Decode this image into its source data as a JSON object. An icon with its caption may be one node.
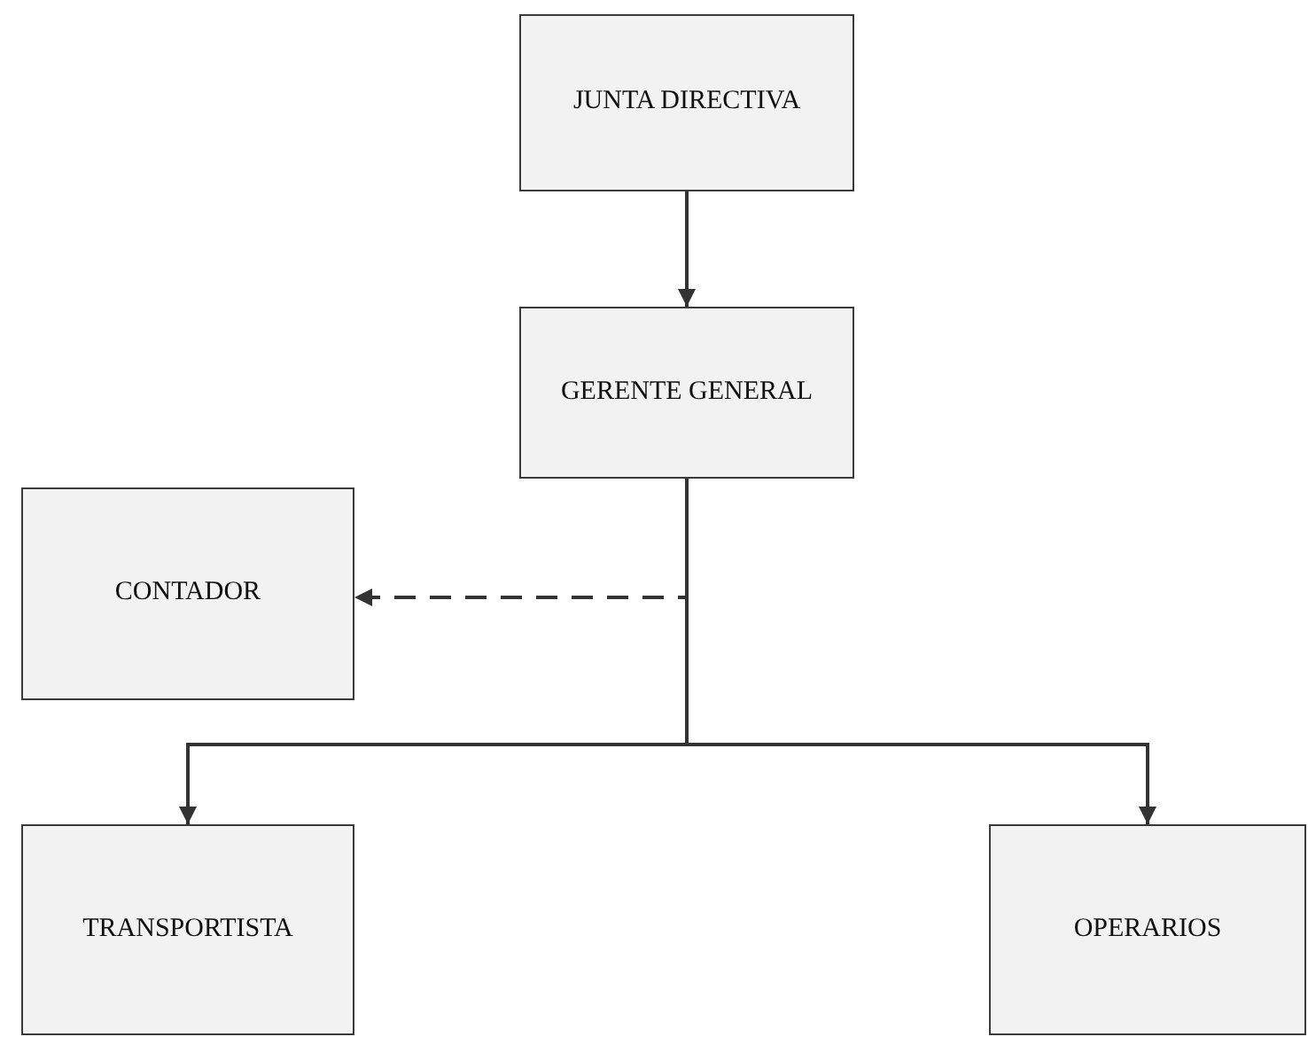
{
  "diagram": {
    "nodes": [
      {
        "text": [
          "JUNTA DIRECTIVA"
        ]
      },
      {
        "text": [
          "GERENTE GENERAL"
        ]
      },
      {
        "text": [
          "CONTADOR"
        ]
      },
      {
        "text": [
          "TRANSPORTISTA"
        ]
      },
      {
        "text": [
          "OPERARIOS"
        ]
      }
    ],
    "edges": [
      {
        "from": 0,
        "to": 1,
        "arrow": "to"
      },
      {
        "from": 1,
        "to": 2,
        "arrow": "to",
        "style": "dashed"
      },
      {
        "from": 1,
        "to": 3,
        "arrow": "to"
      },
      {
        "from": 1,
        "to": 4,
        "arrow": "to"
      }
    ]
  }
}
